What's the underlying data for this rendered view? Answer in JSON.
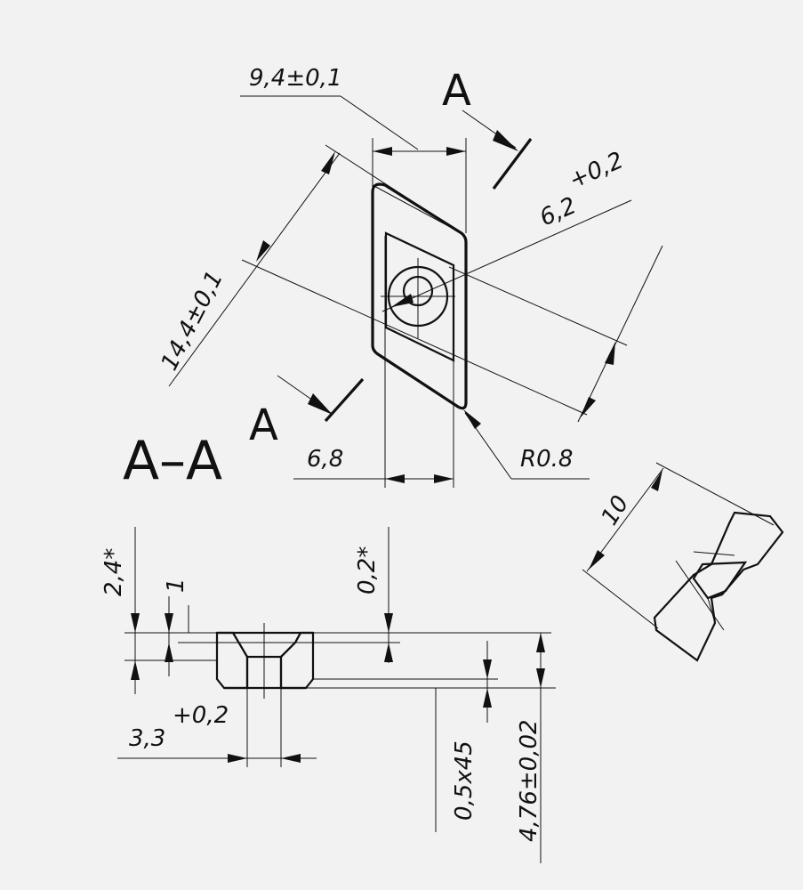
{
  "section_marks": {
    "top": "A",
    "bottom": "A",
    "section_title": "A–A"
  },
  "dimensions": {
    "width_top": "9,4±0,1",
    "diagonal": "14,4±0,1",
    "hole_diameter_base": "6,2",
    "hole_diameter_tol": "+0,2",
    "width_bottom": "6,8",
    "radius": "R0.8",
    "side_width": "10",
    "chamfer_depth": "2,4*",
    "land": "1",
    "counterbore": "0,2*",
    "hole_base": "3,3",
    "hole_tol": "+0,2",
    "chamfer": "0,5x45",
    "thickness": "4,76±0,02"
  },
  "colors": {
    "background": "#f2f2f2",
    "ink": "#111111"
  }
}
